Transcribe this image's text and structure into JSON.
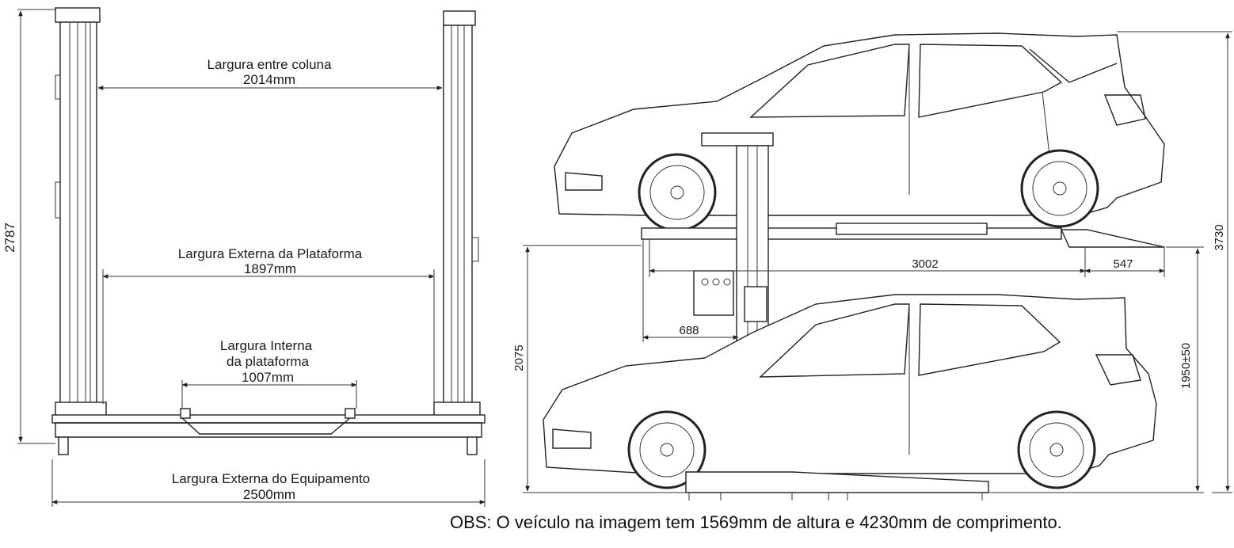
{
  "front_view": {
    "height_dim": "2787",
    "col_width_label": "Largura entre coluna",
    "col_width_value": "2014mm",
    "ext_platform_label": "Largura Externa da Plataforma",
    "ext_platform_value": "1897mm",
    "int_platform_label_1": "Largura Interna",
    "int_platform_label_2": "da plataforma",
    "int_platform_value": "1007mm",
    "ext_equipment_label": "Largura Externa do Equipamento",
    "ext_equipment_value": "2500mm"
  },
  "side_view": {
    "length_dim": "3002",
    "ramp_dim": "547",
    "offset_dim": "688",
    "lower_height_dim": "2075",
    "clearance_dim": "1950±50",
    "total_height_dim": "3730"
  },
  "note": "OBS: O veículo na imagem tem 1569mm de altura e 4230mm de comprimento."
}
